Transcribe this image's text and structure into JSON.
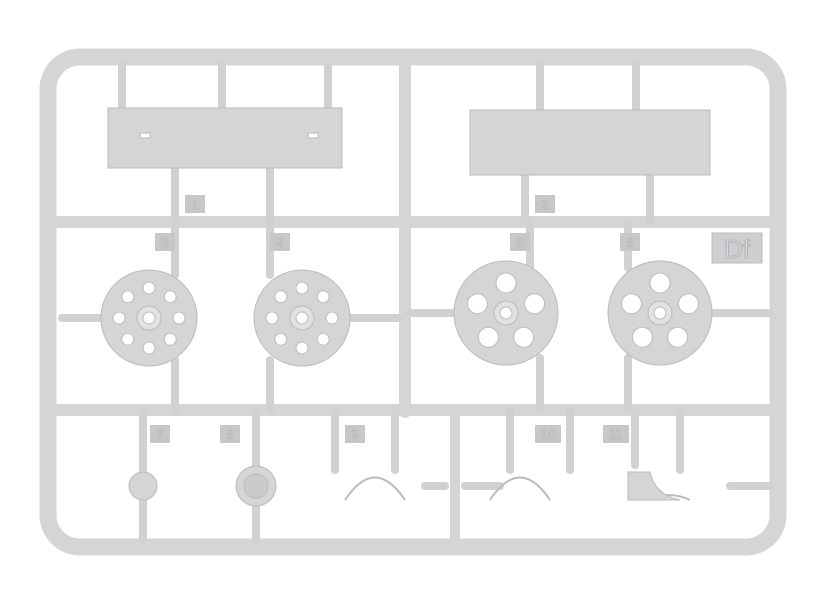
{
  "sprue": {
    "code": "Df",
    "part_numbers": [
      "1",
      "2",
      "3",
      "4",
      "5",
      "6",
      "7",
      "8",
      "9",
      "10",
      "11"
    ]
  },
  "colors": {
    "plastic": "#d3d5d7",
    "edge": "#b9bbbd",
    "background": "#ffffff"
  }
}
